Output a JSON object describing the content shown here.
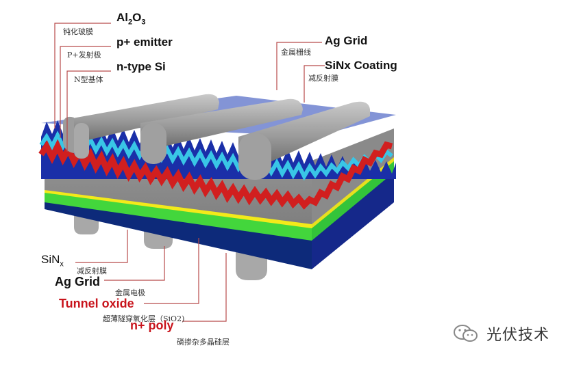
{
  "labels": {
    "al2o3": {
      "main": "Al",
      "sub1": "2",
      "mid": "O",
      "sub2": "3",
      "cn": "钝化玻膜"
    },
    "p_emitter": {
      "main": "p+ emitter",
      "cn": "P+发射极"
    },
    "n_type": {
      "main": "n-type Si",
      "cn": "N型基体"
    },
    "ag_grid_top": {
      "main": "Ag Grid",
      "cn": "金属栅线"
    },
    "sinx_top": {
      "main": "SiNx Coating",
      "cn": "减反射膜"
    },
    "sinx_bottom": {
      "main": "SiN",
      "sub": "x",
      "cn": "减反射膜"
    },
    "ag_grid_bottom": {
      "main": "Ag Grid",
      "cn": "金属电极"
    },
    "tunnel_oxide": {
      "main": "Tunnel oxide",
      "cn": "超薄隧穿氧化层（SiO2)"
    },
    "n_poly": {
      "main": "n+ poly",
      "cn": "磷掺杂多晶硅层"
    }
  },
  "watermark": {
    "text": "光伏技术",
    "icon": "wechat-icon"
  },
  "colors": {
    "silicon_gray": "#8f8f8f",
    "al2o3_blue": "#1a2fa8",
    "emitter_cyan": "#39c6e6",
    "red_layer": "#d11f1f",
    "green_poly": "#43d63c",
    "yellow_oxide": "#f3ea1a",
    "bottom_navy": "#0d2a7a",
    "label_red": "#c8141c"
  }
}
